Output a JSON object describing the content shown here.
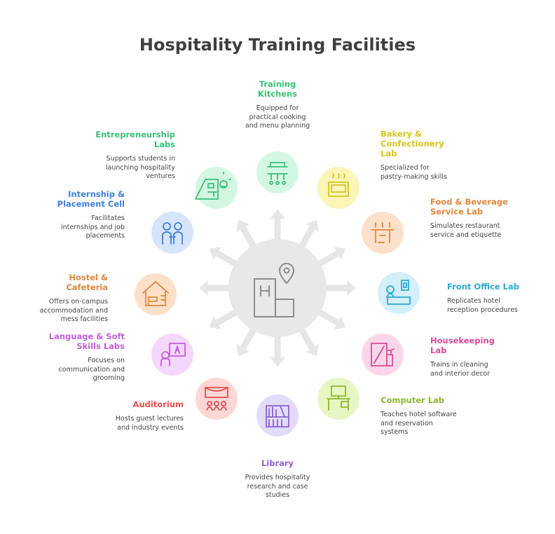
{
  "title": "Hospitality Training Facilities",
  "center_icon": "hotel-building-pin-icon",
  "facilities": [
    {
      "key": "training-kitchens",
      "title": "Training\nKitchens",
      "desc": "Equipped for\npractical cooking\nand menu planning",
      "color": "#3bbf77",
      "bg": "#d3f7e3",
      "icon": "kitchen-utensils-icon"
    },
    {
      "key": "bakery",
      "title": "Bakery &\nConfectionery\nLab",
      "desc": "Specialized for\npastry-making skills",
      "color": "#d8c31c",
      "bg": "#fcf5b8",
      "icon": "oven-icon"
    },
    {
      "key": "food-beverage",
      "title": "Food & Beverage\nService Lab",
      "desc": "Simulates restaurant\nservice and etiquette",
      "color": "#e2873b",
      "bg": "#fde0c9",
      "icon": "bar-stools-icon"
    },
    {
      "key": "front-office",
      "title": "Front Office Lab",
      "desc": "Replicates hotel\nreception procedures",
      "color": "#29a9d4",
      "bg": "#d3effa",
      "icon": "reception-desk-icon"
    },
    {
      "key": "housekeeping",
      "title": "Housekeeping\nLab",
      "desc": "Trains in cleaning\nand interior decor",
      "color": "#d94a98",
      "bg": "#fbd6ea",
      "icon": "cleaning-spray-icon"
    },
    {
      "key": "computer-lab",
      "title": "Computer Lab",
      "desc": "Teaches hotel software\nand reservation\nsystems",
      "color": "#8cb830",
      "bg": "#e7f7c4",
      "icon": "computer-desk-icon"
    },
    {
      "key": "library",
      "title": "Library",
      "desc": "Provides hospitality\nresearch and case\nstudies",
      "color": "#8a62d6",
      "bg": "#e2dcfb",
      "icon": "bookshelf-icon"
    },
    {
      "key": "auditorium",
      "title": "Auditorium",
      "desc": "Hosts guest lectures\nand industry events",
      "color": "#e05050",
      "bg": "#fdd6d6",
      "icon": "stage-audience-icon"
    },
    {
      "key": "language",
      "title": "Language & Soft\nSkills Labs",
      "desc": "Focuses on\ncommunication and\ngrooming",
      "color": "#c25fda",
      "bg": "#f4d8fb",
      "icon": "teacher-board-icon"
    },
    {
      "key": "hostel",
      "title": "Hostel &\nCafeteria",
      "desc": "Offers on-campus\naccommodation and\nmess facilities",
      "color": "#e2873b",
      "bg": "#fde0c9",
      "icon": "house-bed-icon"
    },
    {
      "key": "internship",
      "title": "Internship &\nPlacement Cell",
      "desc": "Facilitates\ninternships and job\nplacements",
      "color": "#3f7fd6",
      "bg": "#d7e5fb",
      "icon": "people-handshake-icon"
    },
    {
      "key": "entrepreneurship",
      "title": "Entrepreneurship\nLabs",
      "desc": "Supports students in\nlaunching hospitality\nventures",
      "color": "#3bbf77",
      "bg": "#d3f7e3",
      "icon": "idea-blueprint-icon"
    }
  ]
}
